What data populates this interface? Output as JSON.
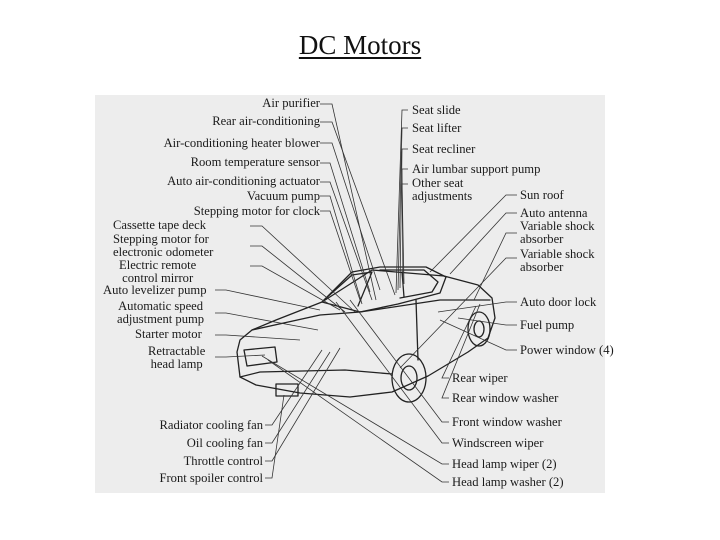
{
  "title": "DC Motors",
  "left_labels": [
    "Air purifier",
    "Rear air-conditioning",
    "Air-conditioning heater blower",
    "Room temperature sensor",
    "Auto air-conditioning actuator",
    "Vacuum pump",
    "Stepping motor for clock",
    "Cassette tape deck",
    "Stepping motor for\nelectronic odometer",
    "Electric remote\ncontrol mirror",
    "Auto levelizer pump",
    "Automatic speed\nadjustment pump",
    "Starter motor",
    "Retractable\nhead lamp",
    "Radiator cooling fan",
    "Oil cooling fan",
    "Throttle control",
    "Front spoiler control"
  ],
  "right_labels": [
    "Seat slide",
    "Seat lifter",
    "Seat recliner",
    "Air lumbar support pump",
    "Other seat\nadjustments",
    "Sun roof",
    "Auto antenna",
    "Variable shock\nabsorber",
    "Variable shock\nabsorber",
    "Auto door lock",
    "Fuel pump",
    "Power window (4)",
    "Rear wiper",
    "Rear window washer",
    "Front window washer",
    "Windscreen wiper",
    "Head lamp wiper (2)",
    "Head lamp washer (2)"
  ]
}
